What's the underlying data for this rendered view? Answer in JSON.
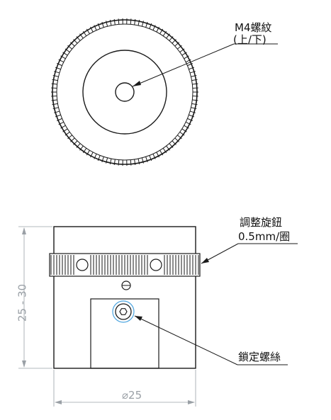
{
  "callouts": {
    "thread_top_line1": "M4螺紋",
    "thread_top_line2": "(上/下)",
    "adjust_knob_line1": "調整旋鈕",
    "adjust_knob_line2": "0.5mm/圈",
    "lock_screw": "鎖定螺絲"
  },
  "dimensions": {
    "height": "25 - 30",
    "diameter": "25",
    "diameter_symbol": "⌀"
  },
  "colors": {
    "line": "#1a1a1a",
    "dimension": "#9aa0a6",
    "screw_highlight": "#4aa3df"
  }
}
